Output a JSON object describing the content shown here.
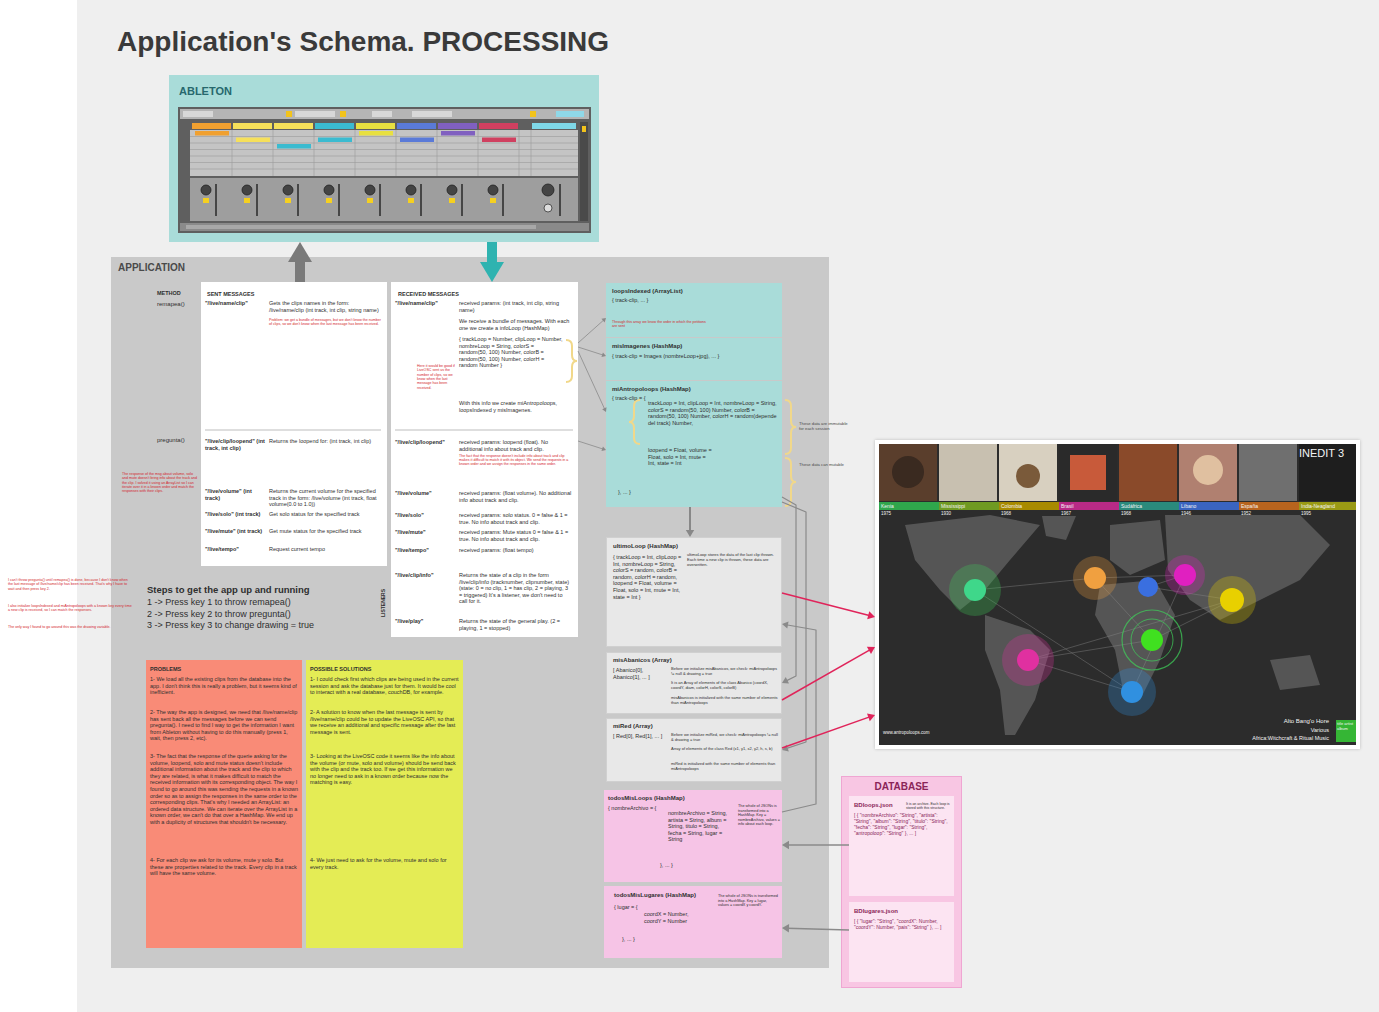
{
  "diagram": {
    "title": "Application's Schema. PROCESSING",
    "nodes": [
      {
        "text": [
          "ABLETON"
        ]
      },
      {
        "text": [
          "APPLICATION"
        ]
      },
      {
        "text": [
          "SENT MESSAGES",
          "\"/live/name/clip\"",
          "Gets the clips names in the form: /live/name/clip (int track, int clip, string name)",
          "Problem: we get a bundle of messages, but we don't know the number of clips, so we don't know when the last message has been received.",
          "\"/live/clip/loopend\" (int track, int clip)",
          "Returns the loopend for: (int track, int clip)",
          "\"/live/volume\" (int track)",
          "Returns the current volume for the specified track in the form: /live/volume (int track, float volume(0.0 to 1.0))",
          "\"/live/solo\" (int track)",
          "Get solo status for the specified track",
          "\"/live/mute\" (int track)",
          "Get mute status for the specified track",
          "\"/live/tempo\"",
          "Request current tempo"
        ],
        "in": 1
      },
      {
        "text": [
          "RECEIVED MESSAGES",
          "\"/live/name/clip\"",
          "received params: (int track, int clip, string name)",
          "We receive a bundle of messages. With each one we create a infoLoop (HashMap)",
          "{ trackLoop = Number, clipLoop = Number, nombreLoop = String, colorS = random(50, 100) Number, colorB = random(50, 100) Number, colorH = random Number }",
          "Here it would be good if LiveOSC sent us the number of clips, so we know when the last message has been received.",
          "With this info we create miAntropoloops, loopsIndexed y misImagenes.",
          "\"/live/clip/loopend\"",
          "received params: loopend (float). No additional info about track and clip.",
          "The fact that the response doesn't include info about track and clip makes it difficult to match it with its object. We send the requests in a known order and we assign the responses in the same order.",
          "\"/live/volume\"",
          "received params: (float volume). No additional info about track and clip.",
          "\"/live/solo\"",
          "received params: solo status. 0 = false & 1 = true. No info about track and clip.",
          "\"/live/mute\"",
          "received params: Mute status 0 = false & 1 = true. No info about track and clip.",
          "\"/live/tempo\"",
          "received params: (float tempo)",
          "\"/live/clip/info\"",
          "Returns the state of a clip in the form /live/clip/info (tracknumber, clipnumber, state) (state: 0 = no clip, 1 = has clip, 2 = playing, 3 = triggered) It's a listener, we don't need to call for it.",
          "\"/live/play\"",
          "Returns the state of the general play. (2 = playing, 1 = stopped)"
        ],
        "in": 1
      },
      {
        "text": [
          "loopsIndexed (ArrayList)",
          "{ track-clip, ... }",
          "Through this array we know the order in which the petitions are sent"
        ],
        "in": 1
      },
      {
        "text": [
          "misImagenes (HashMap)",
          "{ track-clip = Images (nombreLoop+jpg), ... }"
        ],
        "in": 1
      },
      {
        "text": [
          "miAntropoloops (HashMap)",
          "{ track-clip = {",
          "trackLoop = Int, clipLoop = Int, nombreLoop = String, colorS = random(50, 100) Number, colorB = random(50, 100) Number, colorH = random(depende del track) Number,",
          "loopend = Float, volume = Float, solo = Int, mute = Int, state = Int",
          "}, ... }"
        ],
        "in": 1
      },
      {
        "text": [
          "ultimoLoop (HashMap)",
          "{ trackLoop = Int, clipLoop = Int, nombreLoop = String, colorS = random, colorB = random, colorH = random, loopend = Float, volume = Float, solo = Int, mute = Int, state = Int }",
          "ultimoLoop stores the data of the last clip thrown. Each time a new clip is thrown, these data are overwritten."
        ],
        "in": 1
      },
      {
        "text": [
          "misAbanicos (Array)",
          "[ Abanico[0], Abanico[1], ... ]",
          "Before we initialize misAbanicos, we check: miAntropoloops != null & drawing = true",
          "It is an Array of elements of the class Abanico (coordX, coordY, diam, colorH, colorS, colorB)",
          "misAbanicos is initialized with the same number of elements than miAntropoloops"
        ],
        "in": 1
      },
      {
        "text": [
          "miRed (Array)",
          "[ Red[0], Red[1], ... ]",
          "Before we initialize miRed, we check: miAntropoloops != null & drawing = true",
          "Array of elements of the class Red (x1, y1, x2, y2, h, s, b)",
          "miRed is initialized with the same number of elements than miAntropoloops"
        ],
        "in": 1
      },
      {
        "text": [
          "todosMisLoops (HashMap)",
          "{ nombreArchivo = {",
          "nombreArchivo = String, artista = String, album = String, titulo = String, fecha = String, lugar = String",
          "}, ... }",
          "The whole of JSONs is transformed into a HashMap. Key = nombreArchivo, values = info about each loop."
        ],
        "in": 1
      },
      {
        "text": [
          "todosMisLugares (HashMap)",
          "{ lugar = {",
          "coordX = Number, coordY = Number",
          "}, ... }",
          "The whole of JSONs is transformed into a HashMap. Key = lugar, values = coordX y coordY."
        ],
        "in": 1
      },
      {
        "text": [
          "PROBLEMS",
          "1- We load all the existing clips from the database into the app. I don't think this is really a problem, but it seems kind of inefficient.",
          "2- The way the app is designed, we need that /live/name/clip has sent back all the messages before we can send pregunta(). I need to find I way to get the information I want from Ableton without having to do this manually (press 1, wait, then press 2, etc).",
          "3- The fact that the response of the querie asking for the volume, loopend, solo and mute status doesn't include additional information about the track and the clip to which they are related, is what it makes difficult to match the received information with its corresponding object. The way I found to go around this was sending the requests in a known order so as to assign the responses in the same order to the corresponding clips. That's why I needed an ArrayList: an ordered data structure. We can iterate over the ArrayList in a known order, we can't do that over a HashMap. We end up with a duplicity of structures that shouldn't be necessary.",
          "4- For each clip we ask for its volume, mute y solo. But these are properties related to the track. Every clip in a track will have the same volume."
        ],
        "in": 1
      },
      {
        "text": [
          "POSSIBLE SOLUTIONS",
          "1- I could check first which clips are being used in the current session and ask the database just for them. It would be cool to interact with a real database, couchDB, for example.",
          "2- A solution to know when the last message is sent by /live/name/clip could be to update the LiveOSC API, so that we receive an additional and specific message after the last message is sent.",
          "3- Looking at the LiveOSC code it seems like the info about the volume (or mute, solo and volume) should be send back with the clip and the track too. If we get this information we no longer need to ask in a known order because now the matching is easy.",
          "4- We just need to ask for the volume, mute and solo for every track."
        ],
        "in": 1
      },
      {
        "text": [
          "INEDIT 3",
          "Kenia",
          "1975",
          "Mississippi",
          "1930",
          "Colombia",
          "1968",
          "Brasil",
          "1967",
          "Sudáfrica",
          "1968",
          "Líbano",
          "1946",
          "España",
          "1952",
          "India-Neagland",
          "1995",
          "www.antropoloops.com",
          "Alto Bang'o Hore",
          "Various",
          "Africa:Witchcraft & Ritual Music",
          "title artist album"
        ]
      },
      {
        "text": [
          "DATABASE"
        ]
      },
      {
        "text": [
          "BDloops.json",
          "It is an archive. Each loop is stored with this structure.",
          "[ { \"nombreArchivo\": \"String\", \"artista\": \"String\", \"album\": \"String\", \"titulo\": \"String\", \"fecha\": \"String\", \"lugar\": \"String\", \"antropoloop\": \"String\" }, ... ]"
        ],
        "in": 15
      },
      {
        "text": [
          "BDlugares.json",
          "[ { \"lugar\": \"String\", \"coordX\": Number, \"coordY\": Number, \"pais\": \"String\" }, ... ]"
        ],
        "in": 15
      }
    ],
    "edges": [
      {
        "from": 2,
        "to": 0,
        "arrow": "to"
      },
      {
        "from": 0,
        "to": 3,
        "arrow": "to"
      },
      {
        "from": 3,
        "to": 4,
        "arrow": "to"
      },
      {
        "from": 3,
        "to": 5,
        "arrow": "to"
      },
      {
        "from": 3,
        "to": 6,
        "arrow": "to"
      },
      {
        "from": 3,
        "to": 6,
        "arrow": "to"
      },
      {
        "from": 6,
        "to": 7,
        "arrow": "to"
      },
      {
        "from": 6,
        "to": 8,
        "arrow": "to"
      },
      {
        "from": 6,
        "to": 9,
        "arrow": "to"
      },
      {
        "from": 10,
        "to": 7,
        "arrow": "to"
      },
      {
        "from": 16,
        "to": 10,
        "arrow": "to"
      },
      {
        "from": 17,
        "to": 11,
        "arrow": "to"
      },
      {
        "from": 7,
        "to": 14,
        "arrow": "to"
      },
      {
        "from": 8,
        "to": 14,
        "arrow": "to"
      },
      {
        "from": 9,
        "to": 14,
        "arrow": "to"
      }
    ],
    "labels": [
      "METHOD",
      "remapea()",
      "pregunta()",
      "The response of the msg about volume, solo and mute doesn't bring info about the track and the clip. I solved it using an ArrayList so I can iterate over it in a known order and match the responses with their clips.",
      "LISTENERS",
      "Steps to get the app up and running",
      "1 -> Press key 1 to throw remapea()",
      "2 -> Press key 2 to throw pregunta()",
      "3 -> Press key 3 to change drawing = true",
      "I can't throw pregunta() until remapea() is done, because I don't know when the last message of /live/name/clip has been received. That's why I have to wait and then press key 2.",
      "I also initialize loopsIndexed and miAntropoloops with a known key every time a new clip is received, so I can match the responses.",
      "The only way I found to go around this was the drawing variable.",
      "These data are immutable for each session",
      "These data can mutable"
    ]
  }
}
